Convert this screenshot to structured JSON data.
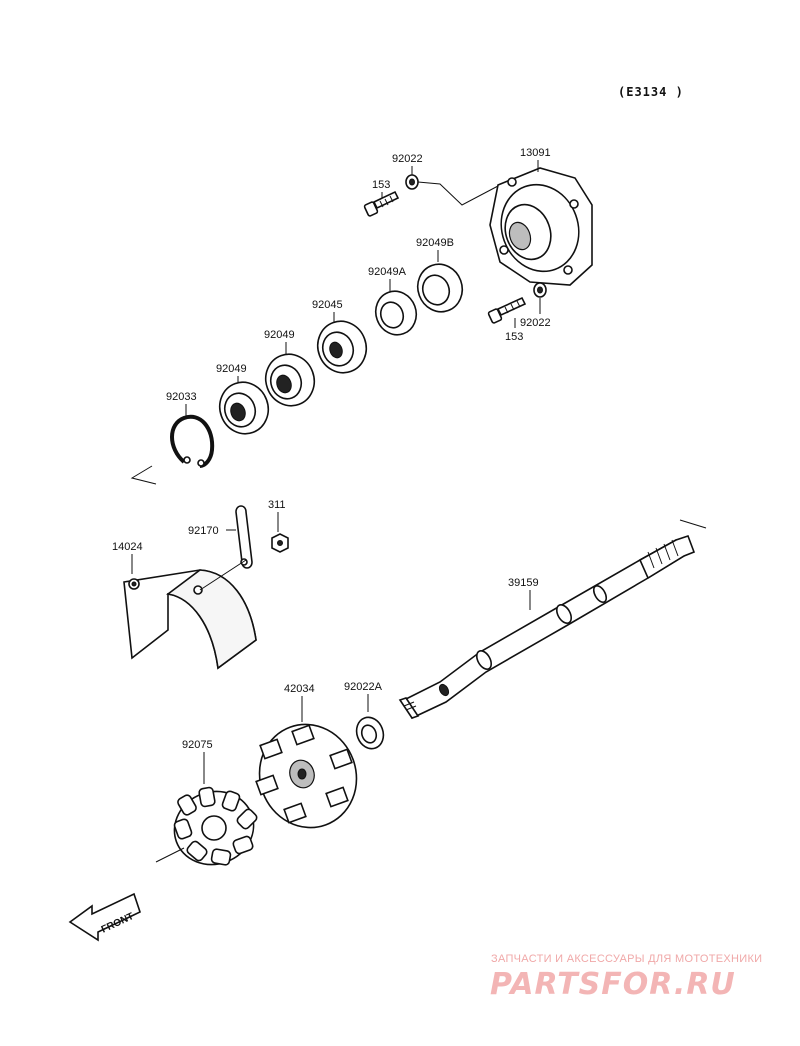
{
  "diagram_code": "(E3134 )",
  "labels": {
    "p92022_top": "92022",
    "p13091": "13091",
    "p153_top": "153",
    "p92049B": "92049B",
    "p92049A": "92049A",
    "p92045": "92045",
    "p92049_a": "92049",
    "p92049_b": "92049",
    "p92033": "92033",
    "p92022_right": "92022",
    "p153_right": "153",
    "p311": "311",
    "p92170": "92170",
    "p14024": "14024",
    "p39159": "39159",
    "p42034": "42034",
    "p92022A": "92022A",
    "p92075": "92075"
  },
  "front_arrow_text": "FRONT",
  "watermark": {
    "tagline": "ЗАПЧАСТИ И АКСЕССУАРЫ ДЛЯ МОТОТЕХНИКИ",
    "logo_text": "PARTSFOR.RU"
  }
}
